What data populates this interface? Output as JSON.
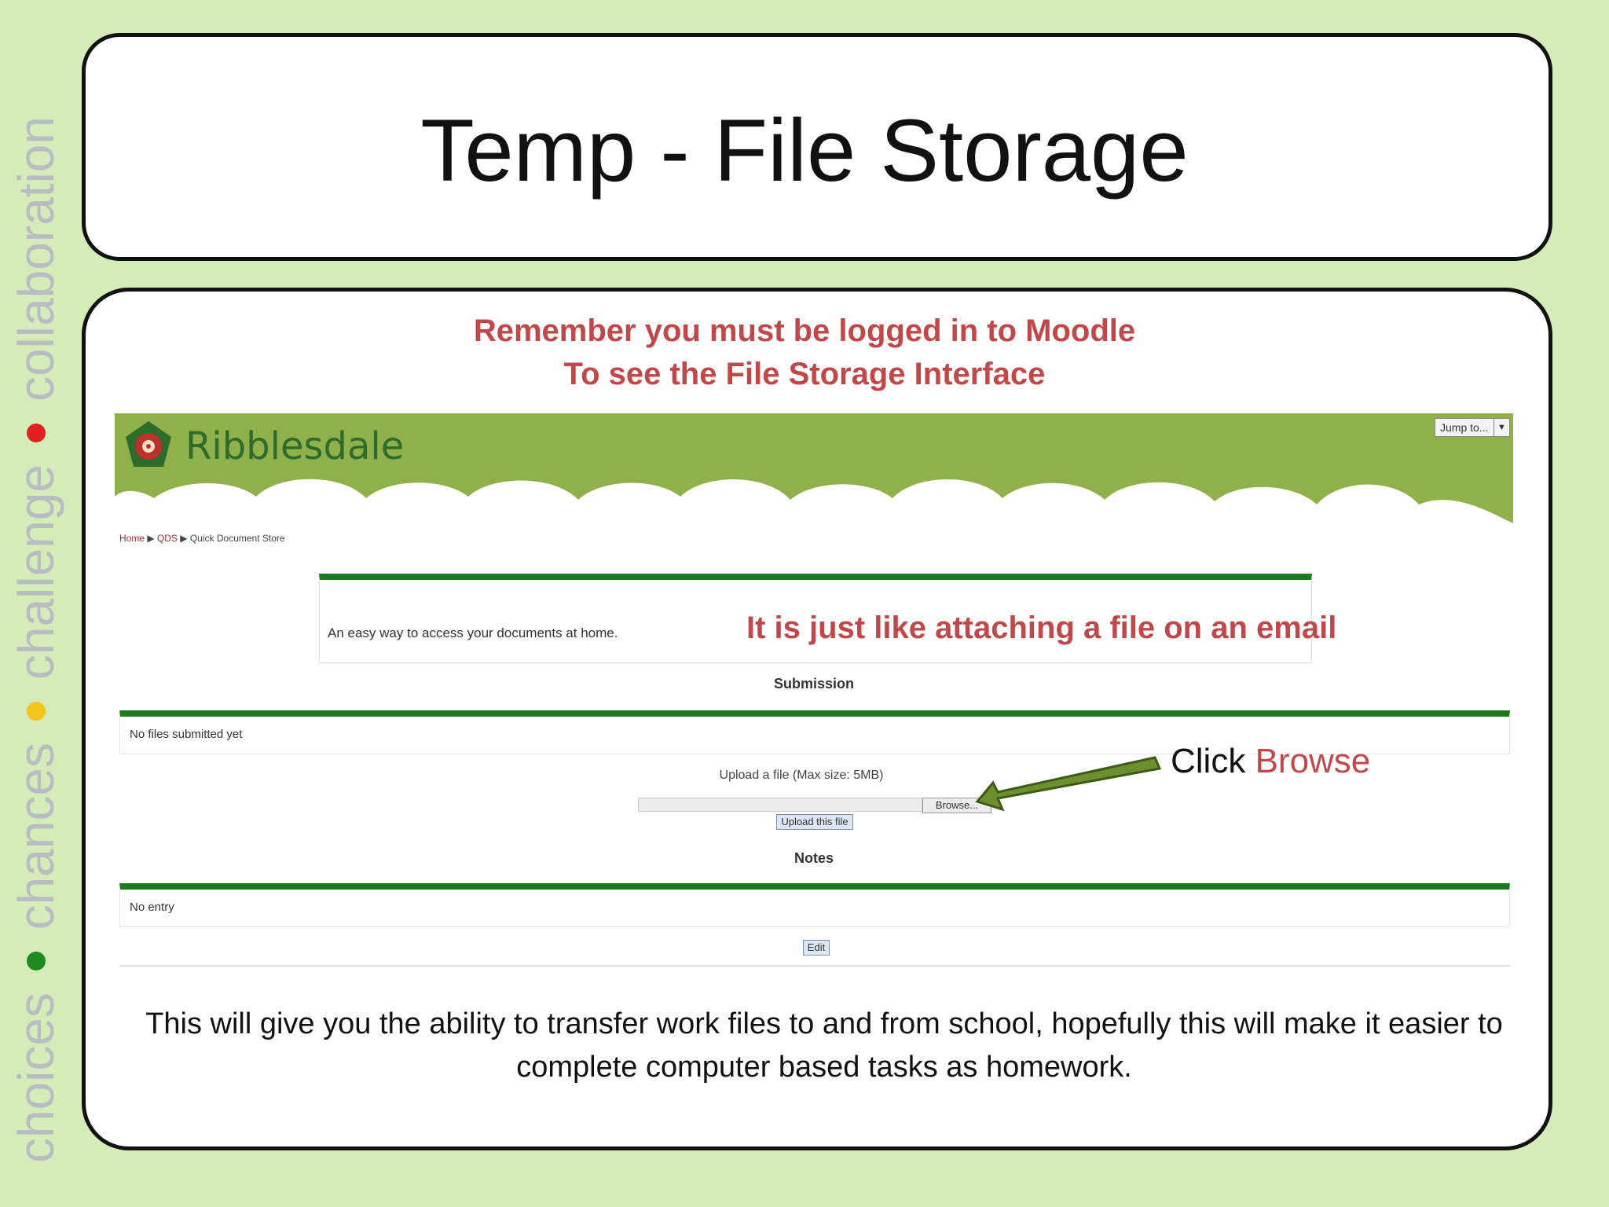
{
  "side_tagline": {
    "words": [
      "choices",
      "chances",
      "challenge",
      "collaboration"
    ],
    "dot_colors": [
      "#1f8a1f",
      "#f2c51a",
      "#e02020"
    ],
    "text_color": "#b9bdc3"
  },
  "slide": {
    "title": "Temp - File Storage",
    "login_note_line1": "Remember you must be logged in to Moodle",
    "login_note_line2": "To see the File Storage Interface",
    "email_note": "It is just like attaching a file on an email",
    "click_prefix": "Click ",
    "click_accent": "Browse",
    "footer": "This will give you the ability to transfer work files to and from school, hopefully this will make it easier to complete computer based tasks as homework.",
    "accent_color": "#c0484a"
  },
  "moodle": {
    "school_name": "Ribblesdale",
    "jump_to": "Jump to...",
    "breadcrumb": {
      "home": "Home",
      "sep1": " ▶ ",
      "qds": "QDS",
      "sep2": " ▶ ",
      "current": "Quick Document Store"
    },
    "intro_text": "An easy way to access your documents at home.",
    "submission_heading": "Submission",
    "no_files": "No files submitted yet",
    "upload_label": "Upload a file (Max size: 5MB)",
    "browse_label": "Browse...",
    "upload_button": "Upload this file",
    "notes_heading": "Notes",
    "no_entry": "No entry",
    "edit_button": "Edit",
    "header_green": "#8fb04a",
    "rule_green": "#1e7a1e"
  }
}
